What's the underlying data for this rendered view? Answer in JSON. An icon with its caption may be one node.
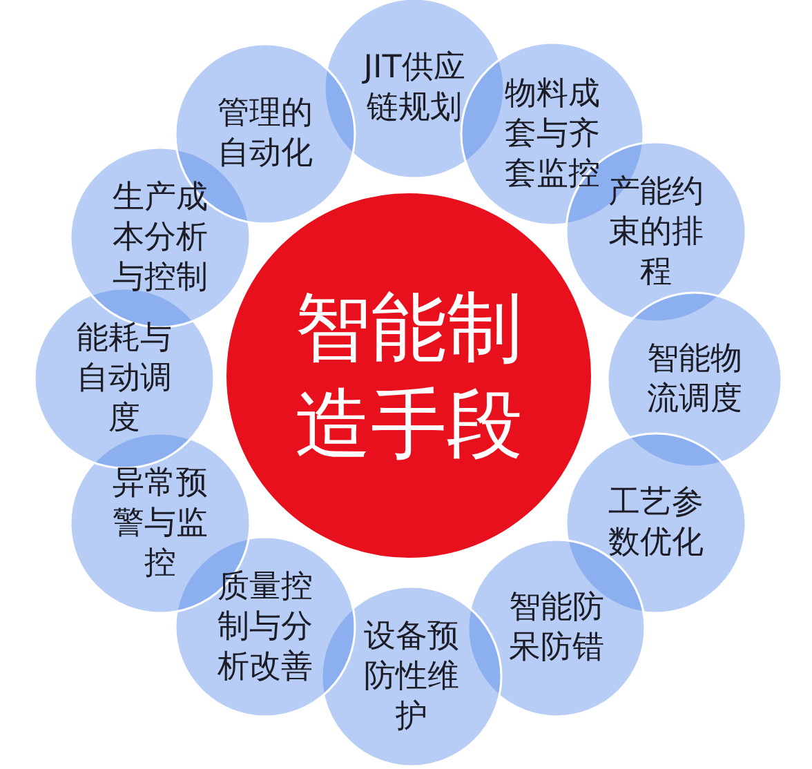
{
  "diagram": {
    "nodes": [
      {
        "text": [
          "智能制造手段"
        ]
      },
      {
        "text": [
          "JIT供应链规划"
        ]
      },
      {
        "text": [
          "物料成套与齐套监控"
        ]
      },
      {
        "text": [
          "产能约束的排程"
        ]
      },
      {
        "text": [
          "智能物流调度"
        ]
      },
      {
        "text": [
          "工艺参数优化"
        ]
      },
      {
        "text": [
          "智能防呆防错"
        ]
      },
      {
        "text": [
          "设备预防性维护"
        ]
      },
      {
        "text": [
          "质量控制与分析改善"
        ]
      },
      {
        "text": [
          "异常预警与监控"
        ]
      },
      {
        "text": [
          "能耗与自动调度"
        ]
      },
      {
        "text": [
          "生产成本分析与控制"
        ]
      },
      {
        "text": [
          "管理的自动化"
        ]
      }
    ]
  }
}
